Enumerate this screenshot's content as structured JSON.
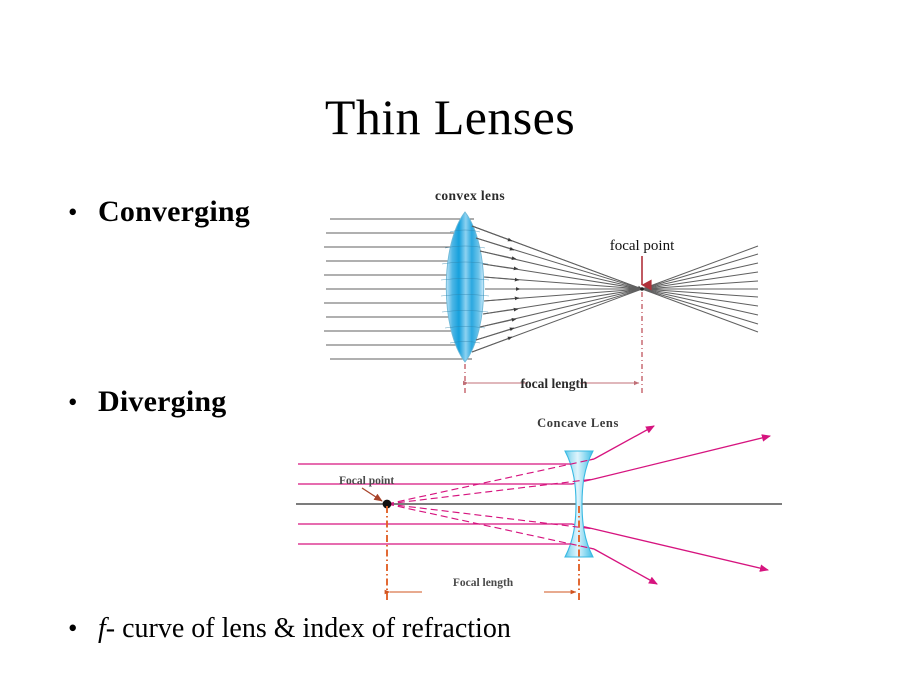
{
  "slide": {
    "title": "Thin Lenses",
    "background_color": "#ffffff",
    "text_color": "#000000"
  },
  "bullets": [
    {
      "marker": "•",
      "text": "Converging",
      "style": "bold"
    },
    {
      "marker": "•",
      "text": "Diverging",
      "style": "bold"
    },
    {
      "marker": "•",
      "text_italic": "f",
      "text": "- curve of lens & index of refraction",
      "style": "regular"
    }
  ],
  "figures": {
    "convex": {
      "caption": "convex lens",
      "focal_point_label": "focal point",
      "focal_length_label": "focal length",
      "lens_color": "#29a3dd",
      "ray_color": "#555555",
      "marker_color": "#b03030",
      "incoming_ray_count": 11,
      "outgoing_ray_count": 11
    },
    "concave": {
      "caption": "Concave Lens",
      "focal_point_label": "Focal point",
      "focal_length_label": "Focal length",
      "lens_color": "#5ec8e8",
      "ray_color": "#d6147f",
      "axis_color": "#606060",
      "marker_color": "#e1632a",
      "incoming_ray_count": 4,
      "outgoing_ray_count": 4
    }
  }
}
